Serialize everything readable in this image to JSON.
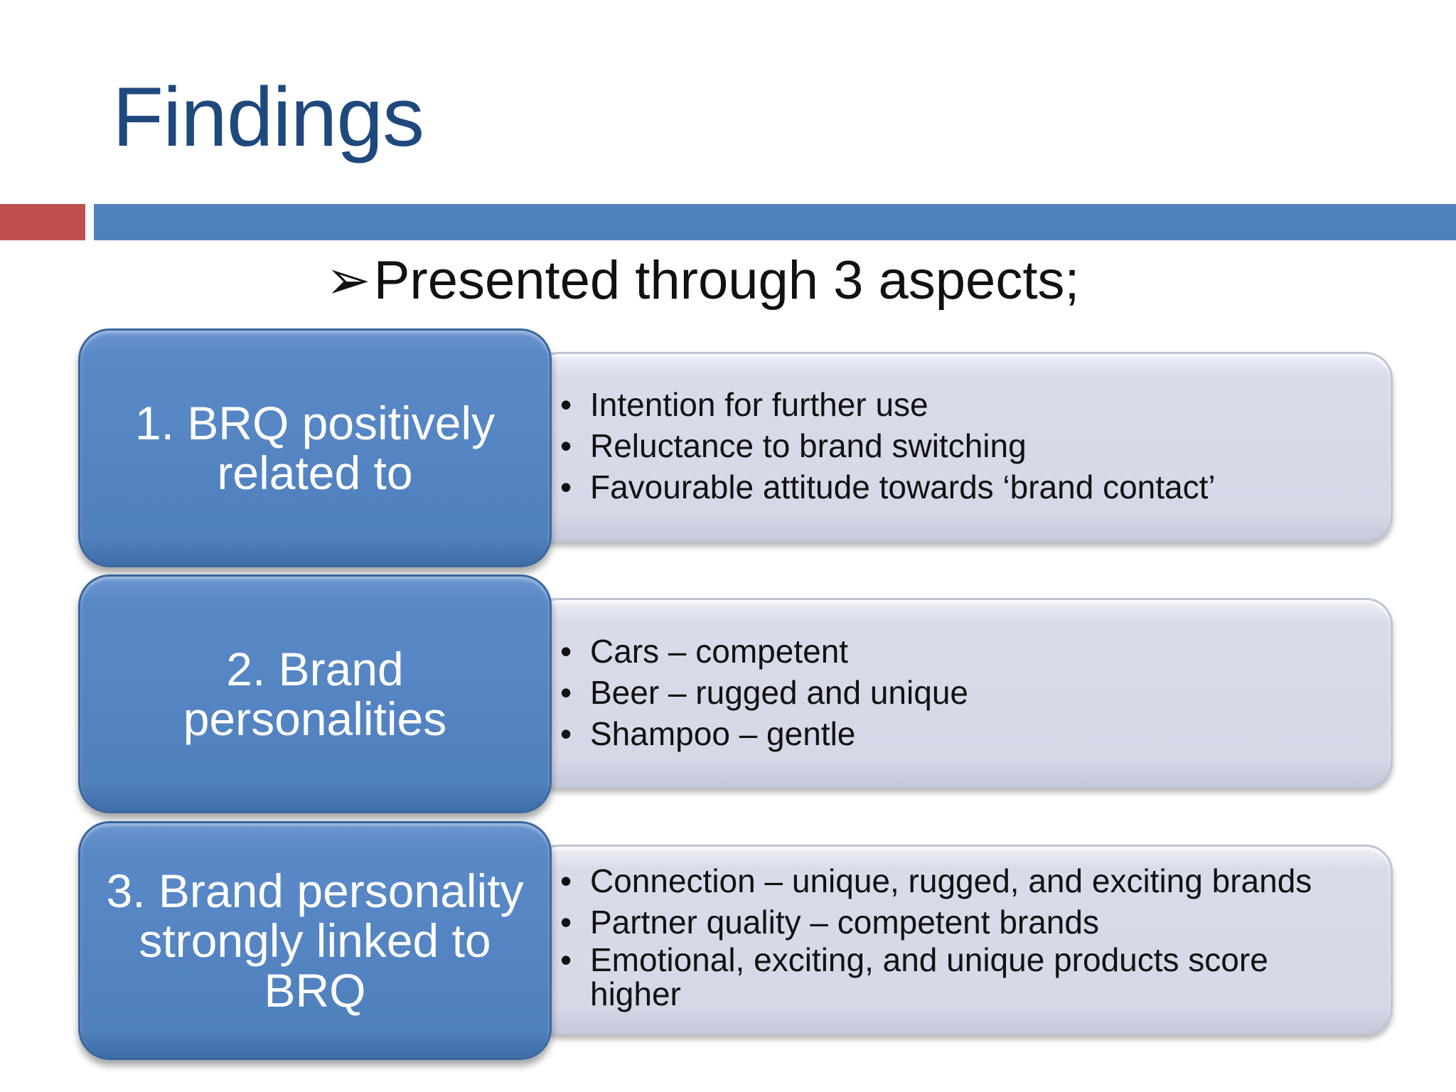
{
  "slide": {
    "title": "Findings",
    "subtitle_arrow": "➢",
    "subtitle": "Presented through 3 aspects;",
    "aspects": [
      {
        "label": "1. BRQ positively related to",
        "points": [
          "Intention for further use",
          "Reluctance to brand switching",
          "Favourable attitude towards ‘brand contact’"
        ]
      },
      {
        "label": "2. Brand personalities",
        "points": [
          "Cars – competent",
          "Beer – rugged and unique",
          "Shampoo – gentle"
        ]
      },
      {
        "label": "3. Brand personality strongly linked to BRQ",
        "points": [
          "Connection – unique, rugged, and exciting brands",
          "Partner quality – competent brands",
          "Emotional, exciting, and unique products score higher"
        ]
      }
    ],
    "bullet_glyph": "•",
    "colors": {
      "title": "#1f497d",
      "accent_red": "#c0504d",
      "accent_blue": "#4f81bd",
      "detail_box": "#d4d8e7"
    }
  }
}
